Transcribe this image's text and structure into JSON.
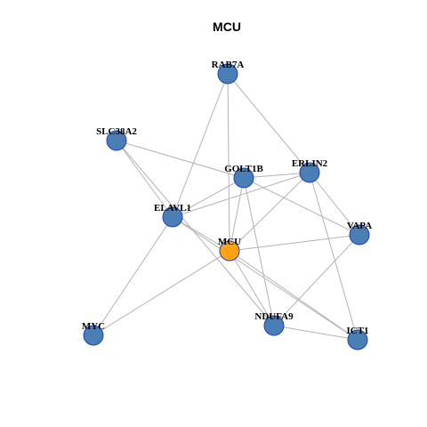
{
  "title": "MCU",
  "colors": {
    "node_fill": "#4a7fb5",
    "node_stroke": "#1f3fbf",
    "center_fill": "#ffa312",
    "edge": "#b3b3b3"
  },
  "nodes": [
    {
      "id": "RAB7A",
      "label": "RAB7A",
      "center": false
    },
    {
      "id": "SLC38A2",
      "label": "SLC38A2",
      "center": false
    },
    {
      "id": "GOLT1B",
      "label": "GOLT1B",
      "center": false
    },
    {
      "id": "ERLIN2",
      "label": "ERLIN2",
      "center": false
    },
    {
      "id": "ELAVL1",
      "label": "ELAVL1",
      "center": false
    },
    {
      "id": "VAPA",
      "label": "VAPA",
      "center": false
    },
    {
      "id": "MCU",
      "label": "MCU",
      "center": true
    },
    {
      "id": "MYC",
      "label": "MYC",
      "center": false
    },
    {
      "id": "NDUFA9",
      "label": "NDUFA9",
      "center": false
    },
    {
      "id": "ICT1",
      "label": "ICT1",
      "center": false
    }
  ],
  "edges": [
    [
      "RAB7A",
      "ELAVL1"
    ],
    [
      "RAB7A",
      "MCU"
    ],
    [
      "RAB7A",
      "ERLIN2"
    ],
    [
      "SLC38A2",
      "GOLT1B"
    ],
    [
      "SLC38A2",
      "ELAVL1"
    ],
    [
      "SLC38A2",
      "NDUFA9"
    ],
    [
      "GOLT1B",
      "ERLIN2"
    ],
    [
      "GOLT1B",
      "ELAVL1"
    ],
    [
      "GOLT1B",
      "MCU"
    ],
    [
      "GOLT1B",
      "VAPA"
    ],
    [
      "GOLT1B",
      "NDUFA9"
    ],
    [
      "ERLIN2",
      "ELAVL1"
    ],
    [
      "ERLIN2",
      "MCU"
    ],
    [
      "ERLIN2",
      "VAPA"
    ],
    [
      "ERLIN2",
      "ICT1"
    ],
    [
      "ELAVL1",
      "MCU"
    ],
    [
      "ELAVL1",
      "MYC"
    ],
    [
      "ELAVL1",
      "ICT1"
    ],
    [
      "MCU",
      "VAPA"
    ],
    [
      "MCU",
      "MYC"
    ],
    [
      "MCU",
      "NDUFA9"
    ],
    [
      "MCU",
      "ICT1"
    ],
    [
      "VAPA",
      "NDUFA9"
    ],
    [
      "NDUFA9",
      "ICT1"
    ]
  ]
}
